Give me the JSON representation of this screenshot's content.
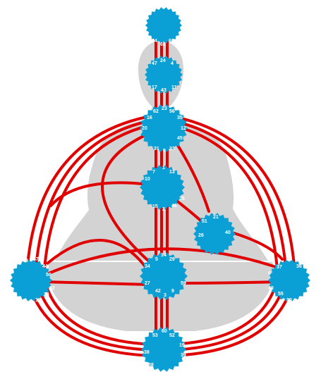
{
  "colors": {
    "channel": "#e00000",
    "center": "#0aa0d6",
    "silhouette": "#d3d3d3",
    "gate_text": "#ffffff",
    "background": "#ffffff"
  },
  "gates": {
    "head": [
      "64",
      "61",
      "63"
    ],
    "ajna": [
      "47",
      "24",
      "4",
      "17",
      "43",
      "11"
    ],
    "throat": [
      "62",
      "23",
      "56",
      "16",
      "35",
      "20",
      "12",
      "31",
      "8",
      "33",
      "45"
    ],
    "g_center": [
      "7",
      "1",
      "13",
      "10",
      "25",
      "15",
      "2",
      "46"
    ],
    "ego": [
      "51",
      "21",
      "26",
      "40"
    ],
    "sacral": [
      "14",
      "5",
      "29",
      "34",
      "27",
      "59",
      "42",
      "3",
      "9"
    ],
    "spleen": [
      "48",
      "57",
      "44",
      "50",
      "32",
      "28",
      "18"
    ],
    "solar_plexus": [
      "22",
      "36",
      "37",
      "6",
      "49",
      "55",
      "30"
    ],
    "root": [
      "53",
      "60",
      "52",
      "19",
      "38",
      "39",
      "58",
      "41"
    ]
  }
}
